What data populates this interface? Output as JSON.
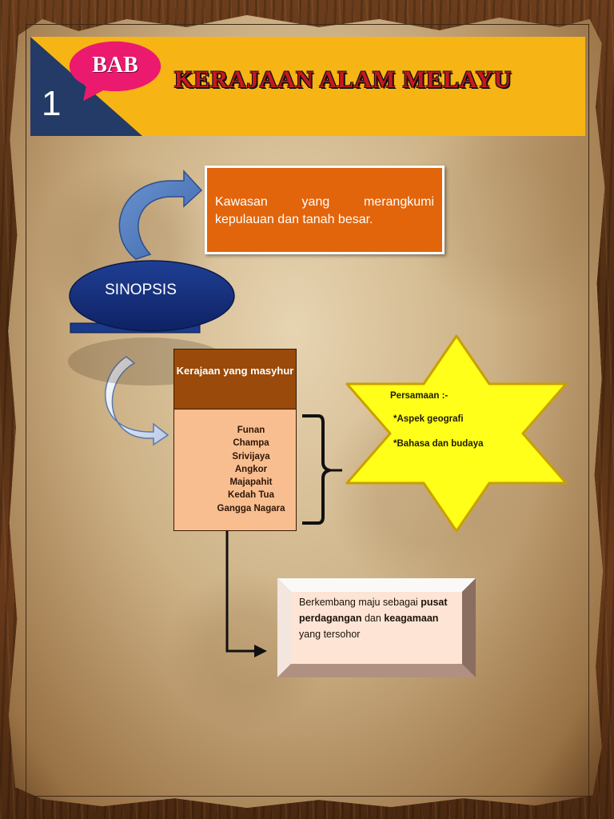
{
  "header": {
    "badge": "BAB",
    "chapter_number": "1",
    "title": "KERAJAAN ALAM MELAYU"
  },
  "definition": {
    "text": "Kawasan yang merangkumi kepulauan dan tanah besar."
  },
  "synopsis": {
    "label": "SINOPSIS"
  },
  "kingdoms": {
    "heading": "Kerajaan yang masyhur",
    "items": [
      "Funan",
      "Champa",
      "Srivijaya",
      "Angkor",
      "Majapahit",
      "Kedah Tua",
      "Gangga Nagara"
    ]
  },
  "similarities": {
    "title": "Persamaan :-",
    "items": [
      "*Aspek geografi",
      "*Bahasa dan budaya"
    ]
  },
  "outcome": {
    "part1": "Berkembang maju sebagai ",
    "bold1": "pusat perdagangan",
    "part2": " dan ",
    "bold2": "keagamaan",
    "part3": " yang tersohor"
  },
  "colors": {
    "banner": "#f7b515",
    "banner_triangle": "#233b66",
    "badge": "#ec1a6e",
    "title": "#c71820",
    "definition_box": "#e2650c",
    "synopsis": "#1a3a8c",
    "kingdom_header": "#9a4a0a",
    "kingdom_list": "#f9be90",
    "star": "#ffff1a",
    "outcome_box": "#fde4d4"
  }
}
